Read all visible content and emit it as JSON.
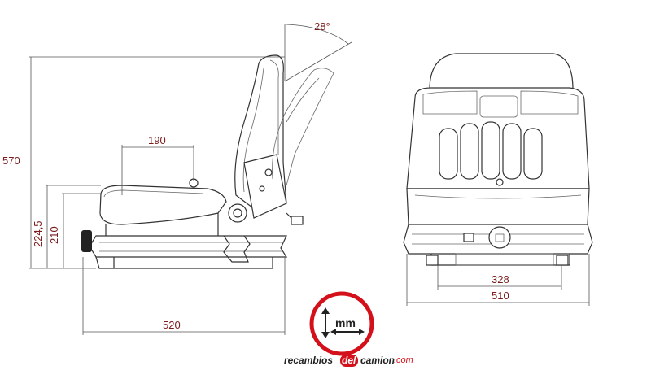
{
  "dimensions": {
    "recline_angle": "28°",
    "total_height": "570",
    "h_224_5": "224,5",
    "h_210": "210",
    "depth_190": "190",
    "depth_520": "520",
    "width_328": "328",
    "width_510": "510"
  },
  "logo": {
    "unit_label": "mm",
    "brand_part1": "recambios",
    "brand_part2": "del",
    "brand_part3": "camion",
    "brand_suffix": ".com"
  },
  "colors": {
    "dimension_text": "#7a1a1a",
    "logo_red": "#d4101a",
    "line": "#333333"
  }
}
